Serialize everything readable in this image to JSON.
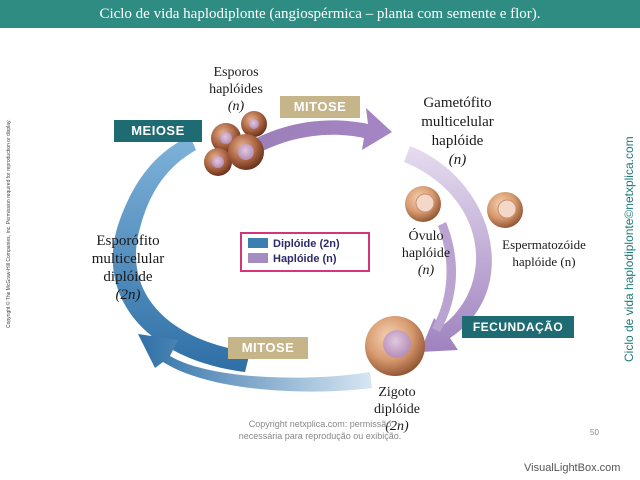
{
  "title": "Ciclo de vida haplodiplonte (angiospérmica – planta com semente e flor).",
  "labels": {
    "esporos_l1": "Esporos",
    "esporos_l2": "haplóides",
    "esporos_l3": "(n)",
    "gametofito_l1": "Gametófito",
    "gametofito_l2": "multicelular",
    "gametofito_l3": "haplóide",
    "gametofito_l4": "(n)",
    "ovulo_l1": "Óvulo",
    "ovulo_l2": "haplóide",
    "ovulo_l3": "(n)",
    "esperma_l1": "Espermatozóide",
    "esperma_l2": "haplóide (n)",
    "zigoto_l1": "Zigoto",
    "zigoto_l2": "diplóide",
    "zigoto_l3": "(2n)",
    "esporofito_l1": "Esporófito",
    "esporofito_l2": "multicelular",
    "esporofito_l3": "diplóide",
    "esporofito_l4": "(2n)"
  },
  "process_tags": {
    "meiose": "MEIOSE",
    "mitose_top": "MITOSE",
    "mitose_bottom": "MITOSE",
    "fecundacao": "FECUNDAÇÃO"
  },
  "legend": {
    "diploid": "Diplóide (2n)",
    "haploid": "Haplóide (n)"
  },
  "copyright_left": "Copyright © The McGraw-Hill Companies, Inc. Permission required for reproduction or display.",
  "vertical_right": "Ciclo de vida haplodiplonte©netxplica.com",
  "footer_line1": "Copyright netxplica.com: permissão",
  "footer_line2": "necessária para reprodução ou exibição.",
  "page_number": "50",
  "watermark": "VisualLightBox.com",
  "colors": {
    "title_bg": "#2f8c83",
    "diploid": "#3a7fb0",
    "haploid": "#a58bc0",
    "tag_teal": "#1f6b73",
    "tag_tan": "#c7b58a",
    "legend_border": "#d6337a"
  }
}
